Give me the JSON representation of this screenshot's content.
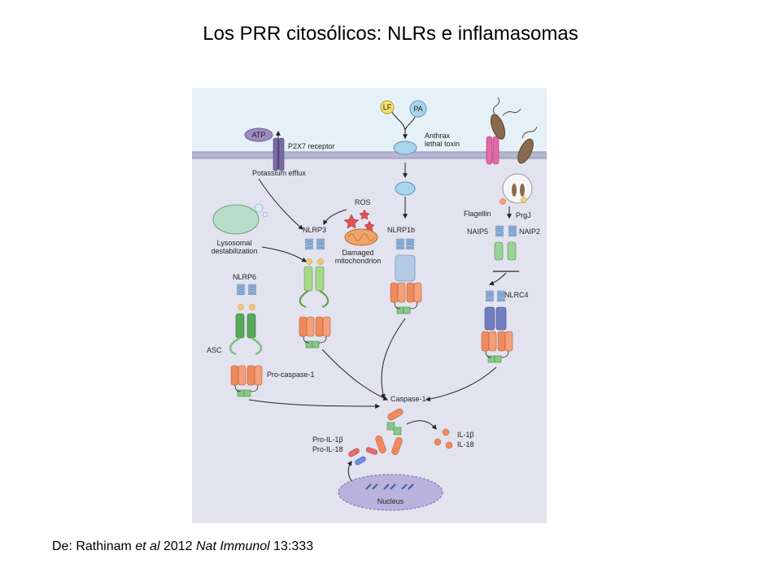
{
  "title": "Los PRR citosólicos: NLRs e inflamasomas",
  "citation": {
    "prefix": "De: Rathinam ",
    "etal": "et al",
    "year": " 2012 ",
    "journal": "Nat Immunol",
    "volume": " 13:333"
  },
  "diagram": {
    "labels": {
      "atp": "ATP",
      "p2x7": "P2X7 receptor",
      "potassium": "Potassium efflux",
      "lf": "LF",
      "pa": "PA",
      "anthrax1": "Anthrax",
      "anthrax2": "lethal toxin",
      "ros": "ROS",
      "lysosomal1": "Lysosomal",
      "lysosomal2": "destabilization",
      "nlrp3": "NLRP3",
      "damaged1": "Damaged",
      "damaged2": "mitochondrion",
      "nlrp1b": "NLRP1b",
      "flagellin": "Flagellin",
      "prgj": "PrgJ",
      "naip5": "NAIP5",
      "naip2": "NAIP2",
      "nlrp6": "NLRP6",
      "nlrc4": "NLRC4",
      "asc": "ASC",
      "procaspase": "Pro-caspase-1",
      "caspase": "Caspase-1",
      "proil1b": "Pro-IL-1β",
      "proil18": "Pro-IL-18",
      "il1b": "IL-1β",
      "il18": "IL-18",
      "nucleus": "Nucleus"
    },
    "colors": {
      "cytoplasm": "#e4e4f0",
      "extracellular": "#e8f1f8",
      "membrane": "#a9a9c8",
      "nucleus": "#b9b2dc",
      "caspase": "#f08a5d",
      "asc": "#7fbf7f",
      "nacht": "#b4cbe6",
      "lrr": "#9bbde0",
      "naip_red": "#d65a7a"
    }
  }
}
